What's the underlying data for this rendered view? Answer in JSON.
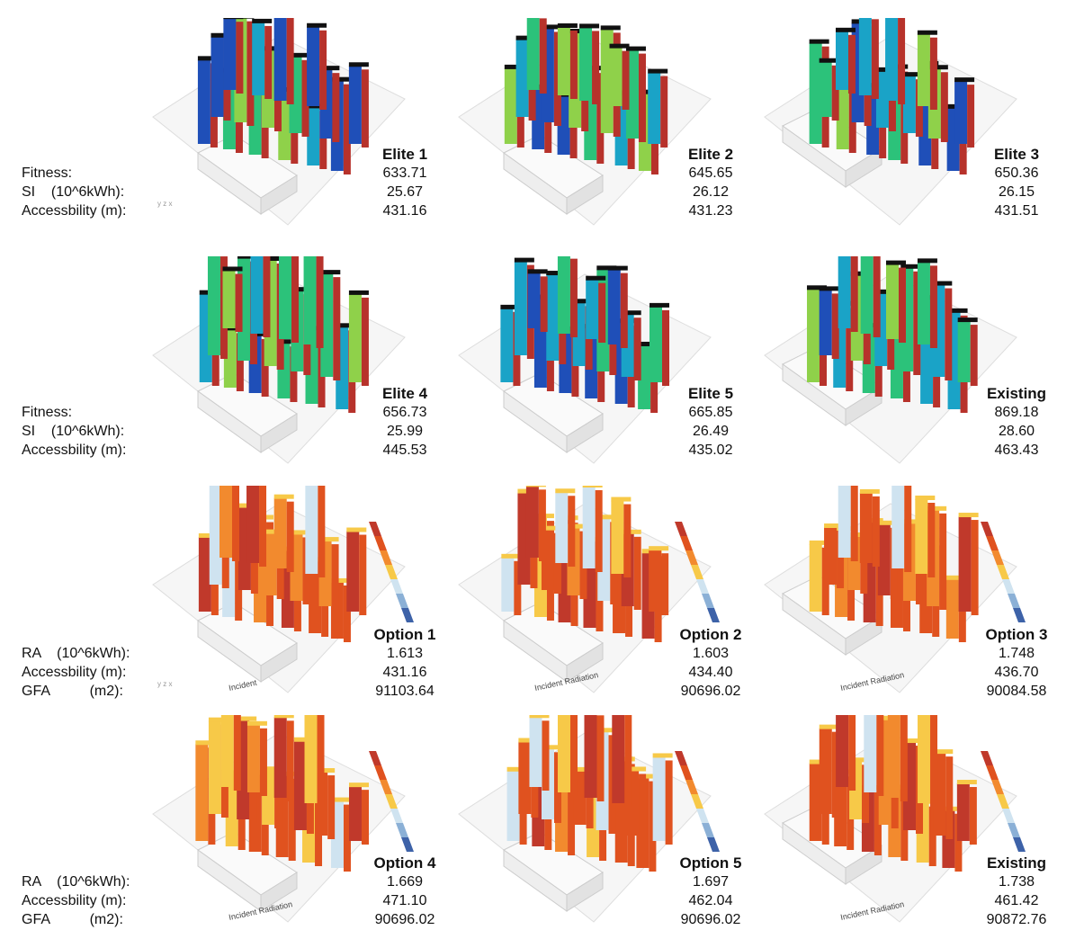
{
  "colors": {
    "ground": "#f6f6f6",
    "block": "#ffffff",
    "cool": [
      "#1f4fb8",
      "#1aa3c7",
      "#2cc27a",
      "#8fd14a"
    ],
    "hot": [
      "#c0392b",
      "#e0521f",
      "#f28a2e",
      "#f7c948",
      "#cfe3f0"
    ]
  },
  "groups": [
    {
      "kind": "elite",
      "labels": [
        "Fitness:",
        "SI    (10^6kWh):",
        "Accessbility (m):"
      ],
      "axis_label": "y z x",
      "panels": [
        {
          "name": "Elite 1",
          "values": [
            "633.71",
            "25.67",
            "431.16"
          ]
        },
        {
          "name": "Elite 2",
          "values": [
            "645.65",
            "26.12",
            "431.23"
          ]
        },
        {
          "name": "Elite 3",
          "values": [
            "650.36",
            "26.15",
            "431.51"
          ]
        }
      ]
    },
    {
      "kind": "elite",
      "labels": [
        "Fitness:",
        "SI    (10^6kWh):",
        "Accessbility (m):"
      ],
      "axis_label": "",
      "panels": [
        {
          "name": "Elite 4",
          "values": [
            "656.73",
            "25.99",
            "445.53"
          ]
        },
        {
          "name": "Elite 5",
          "values": [
            "665.85",
            "26.49",
            "435.02"
          ]
        },
        {
          "name": "Existing",
          "values": [
            "869.18",
            "28.60",
            "463.43"
          ]
        }
      ]
    },
    {
      "kind": "option",
      "labels": [
        "RA    (10^6kWh):",
        "Accessbility (m):",
        "GFA          (m2):"
      ],
      "axis_label": "y z x",
      "panels": [
        {
          "name": "Option 1",
          "values": [
            "1.613",
            "431.16",
            "91103.64"
          ],
          "caption": "Incident"
        },
        {
          "name": "Option 2",
          "values": [
            "1.603",
            "434.40",
            "90696.02"
          ],
          "caption": "Incident Radiation"
        },
        {
          "name": "Option 3",
          "values": [
            "1.748",
            "436.70",
            "90084.58"
          ],
          "caption": "Incident Radiation"
        }
      ]
    },
    {
      "kind": "option",
      "labels": [
        "RA    (10^6kWh):",
        "Accessbility (m):",
        "GFA          (m2):"
      ],
      "axis_label": "",
      "panels": [
        {
          "name": "Option 4",
          "values": [
            "1.669",
            "471.10",
            "90696.02"
          ],
          "caption": "Incident Radiation"
        },
        {
          "name": "Option 5",
          "values": [
            "1.697",
            "462.04",
            "90696.02"
          ],
          "caption": ""
        },
        {
          "name": "Existing",
          "values": [
            "1.738",
            "461.42",
            "90872.76"
          ],
          "caption": "Incident Radiation"
        }
      ]
    }
  ]
}
